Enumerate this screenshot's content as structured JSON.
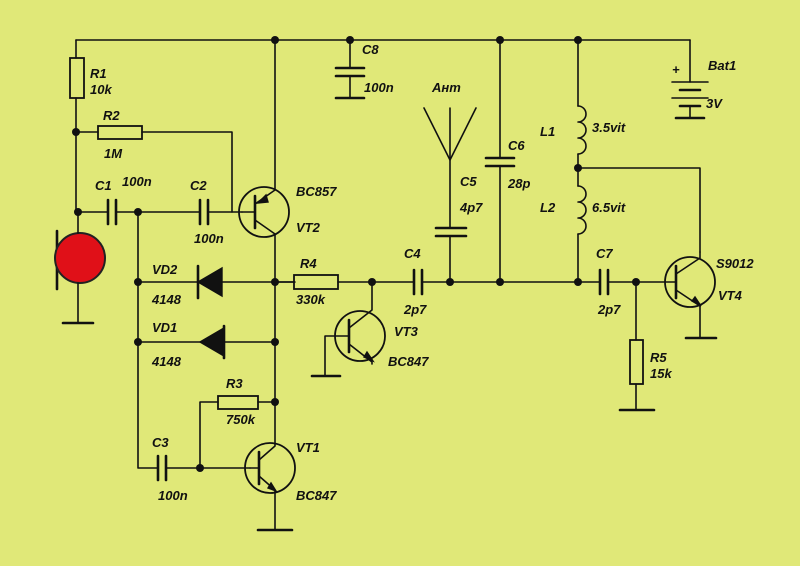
{
  "colors": {
    "background": "#e0e878",
    "ink": "#111111",
    "microphone": "#e01018"
  },
  "labels": {
    "r1": "R1",
    "r1_value": "10k",
    "r2": "R2",
    "r2_value": "1M",
    "r3": "R3",
    "r3_value": "750k",
    "r4": "R4",
    "r4_value": "330k",
    "r5": "R5",
    "r5_value": "15k",
    "c1": "C1",
    "c1_value": "100n",
    "c2": "C2",
    "c2_value": "100n",
    "c3": "C3",
    "c3_value": "100n",
    "c4": "C4",
    "c4_value": "2p7",
    "c5": "C5",
    "c5_value": "4p7",
    "c6": "C6",
    "c6_value": "28p",
    "c7": "C7",
    "c7_value": "2p7",
    "c8": "C8",
    "c8_value": "100n",
    "vd1": "VD1",
    "vd1_value": "4148",
    "vd2": "VD2",
    "vd2_value": "4148",
    "vt1": "VT1",
    "vt1_type": "BC847",
    "vt2": "VT2",
    "vt2_type": "BC857",
    "vt3": "VT3",
    "vt3_type": "BC847",
    "vt4": "VT4",
    "vt4_type": "S9012",
    "l1": "L1",
    "l1_value": "3.5vit",
    "l2": "L2",
    "l2_value": "6.5vit",
    "antenna": "Ант",
    "battery": "Bat1",
    "battery_value": "3V",
    "battery_plus": "+"
  }
}
